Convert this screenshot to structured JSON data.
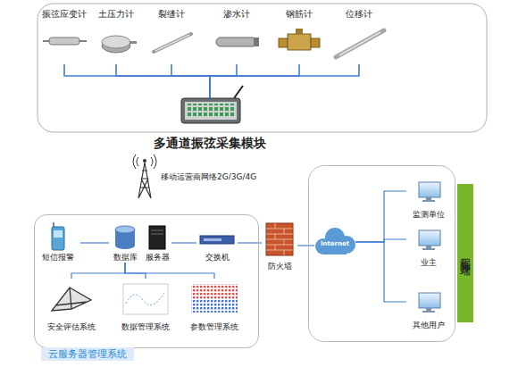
{
  "diagram": {
    "nodes": [
      {
        "text": [
          "振弦应变计"
        ]
      },
      {
        "text": [
          "土压力计"
        ]
      },
      {
        "text": [
          "裂缝计"
        ]
      },
      {
        "text": [
          "渗水计"
        ]
      },
      {
        "text": [
          "钢筋计"
        ]
      },
      {
        "text": [
          "位移计"
        ]
      },
      {
        "text": [
          "多通道振弦采集模块"
        ]
      },
      {
        "text": [
          "移动运营商网络2G/3G/4G"
        ]
      },
      {
        "text": [
          "云服务器管理系统"
        ]
      },
      {
        "text": [
          "短信报警"
        ],
        "in": 8
      },
      {
        "text": [
          "数据库"
        ],
        "in": 8
      },
      {
        "text": [
          "服务器"
        ],
        "in": 8
      },
      {
        "text": [
          "交换机"
        ],
        "in": 8
      },
      {
        "text": [
          "安全评估系统"
        ],
        "in": 8
      },
      {
        "text": [
          "数据管理系统"
        ],
        "in": 8
      },
      {
        "text": [
          "参数管理系统"
        ],
        "in": 8
      },
      {
        "text": [
          "防火墙"
        ]
      },
      {
        "text": [
          "远程客户端"
        ]
      },
      {
        "text": [
          "Internet"
        ],
        "in": 17
      },
      {
        "text": [
          "监测单位"
        ],
        "in": 17
      },
      {
        "text": [
          "业主"
        ],
        "in": 17
      },
      {
        "text": [
          "其他用户"
        ],
        "in": 17
      }
    ],
    "edges": [
      {
        "from": 0,
        "to": 6,
        "arrow": "none"
      },
      {
        "from": 1,
        "to": 6,
        "arrow": "none"
      },
      {
        "from": 2,
        "to": 6,
        "arrow": "none"
      },
      {
        "from": 3,
        "to": 6,
        "arrow": "none"
      },
      {
        "from": 4,
        "to": 6,
        "arrow": "none"
      },
      {
        "from": 5,
        "to": 6,
        "arrow": "none"
      },
      {
        "from": 9,
        "to": 10,
        "arrow": "none"
      },
      {
        "from": 11,
        "to": 12,
        "arrow": "none"
      },
      {
        "from": 10,
        "to": 13,
        "arrow": "none"
      },
      {
        "from": 10,
        "to": 14,
        "arrow": "none"
      },
      {
        "from": 10,
        "to": 15,
        "arrow": "none"
      },
      {
        "from": 12,
        "to": 16,
        "arrow": "none"
      },
      {
        "from": 16,
        "to": 18,
        "arrow": "none"
      },
      {
        "from": 18,
        "to": 19,
        "arrow": "none"
      },
      {
        "from": 18,
        "to": 20,
        "arrow": "none"
      },
      {
        "from": 18,
        "to": 21,
        "arrow": "none"
      }
    ]
  }
}
